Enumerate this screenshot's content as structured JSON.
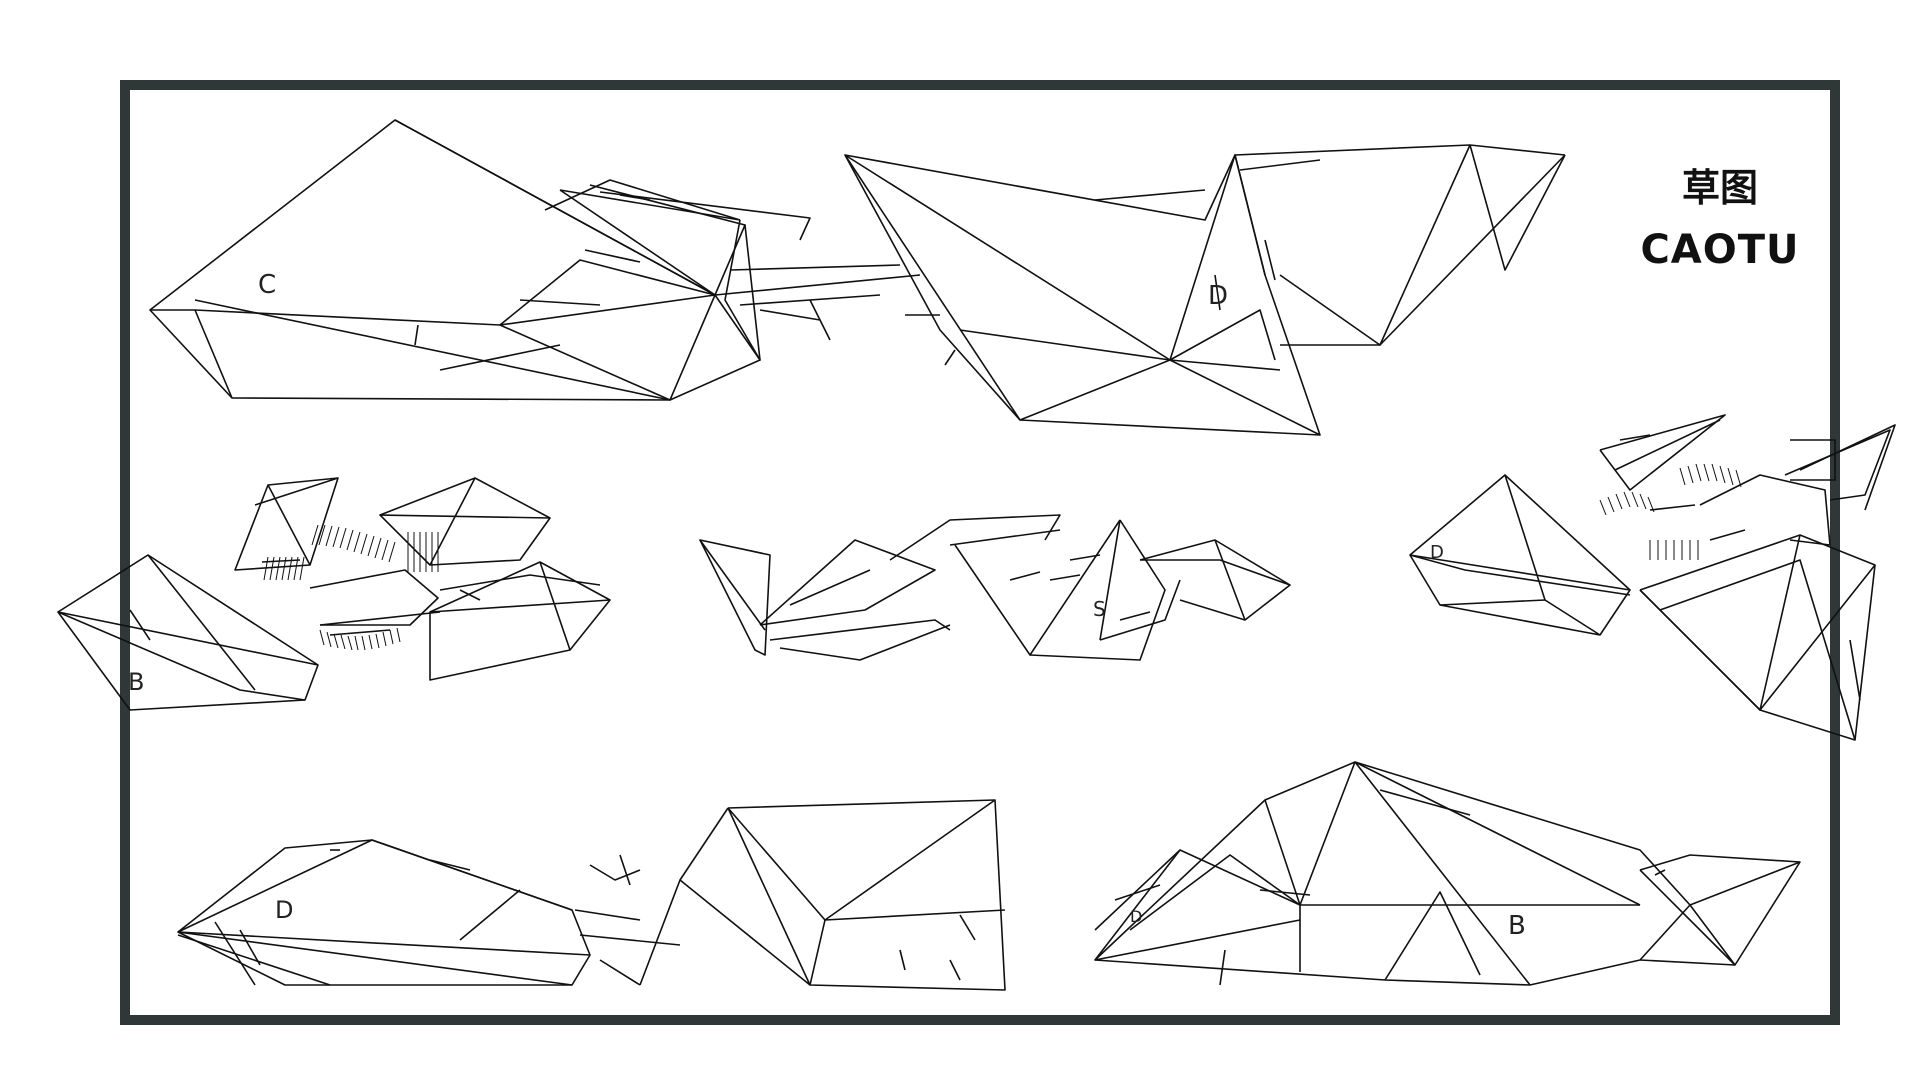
{
  "title": {
    "chinese": "草图",
    "pinyin": "CAOTU"
  },
  "frame_color": "#2f3836",
  "line_color": "#111111",
  "sketch_labels": [
    "C",
    "D",
    "B",
    "S",
    "D",
    "D",
    "B"
  ]
}
